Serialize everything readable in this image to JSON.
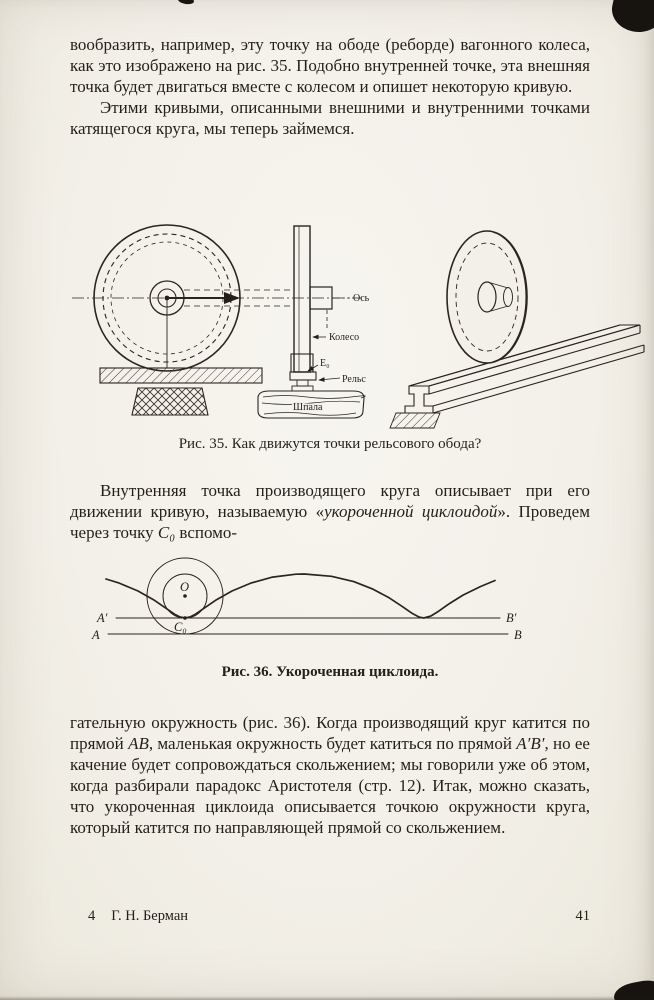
{
  "content": {
    "para1": "вообразить, например, эту точку на ободе (реборде) вагонного колеса, как это изображено на рис. 35. Подобно внутренней точке, эта внешняя точка будет двигаться вместе с колесом и опишет некоторую кривую.",
    "para2": "Этими кривыми, описанными внешними и внутренними точками катящегося круга, мы теперь займемся.",
    "para3": {
      "s1": "Внутренняя точка производящего круга описывает при его движении кривую, называемую «",
      "s2": "укороченной циклоидой",
      "s3": "». Проведем через точку ",
      "s4": "C₀",
      "s5": " вспомо-"
    },
    "para4": {
      "s1": "гательную окружность (рис. 36). Когда производящий круг катится по прямой ",
      "s2": "AB",
      "s3": ", маленькая окружность будет катиться по прямой ",
      "s4": "A′B′",
      "s5": ", но ее качение будет сопровождаться скольжением; мы говорили уже об этом, когда разбирали парадокс Аристотеля (стр. 12). Итак, можно сказать, что укороченная циклоида описывается точкою окружности круга, который катится по направляющей прямой со скольжением."
    },
    "fig35_caption": "Рис. 35. Как движутся точки рельсового обода?",
    "fig36_caption": "Рис. 36. Укороченная циклоида."
  },
  "fig35": {
    "label_axle": "Ось",
    "label_wheel": "Колесо",
    "label_e0": "E₀",
    "label_rail": "Рельс",
    "label_tie": "Шпала"
  },
  "fig36": {
    "label_o": "O",
    "label_c0": "C₀",
    "label_a_prime": "A′",
    "label_a": "A",
    "label_b_prime": "B′",
    "label_b": "B"
  },
  "footer": {
    "signature": "4",
    "running_title": "Г. Н. Берман",
    "page_number": "41"
  },
  "colors": {
    "paper": "#f3f0e9",
    "ink": "#241f19"
  }
}
